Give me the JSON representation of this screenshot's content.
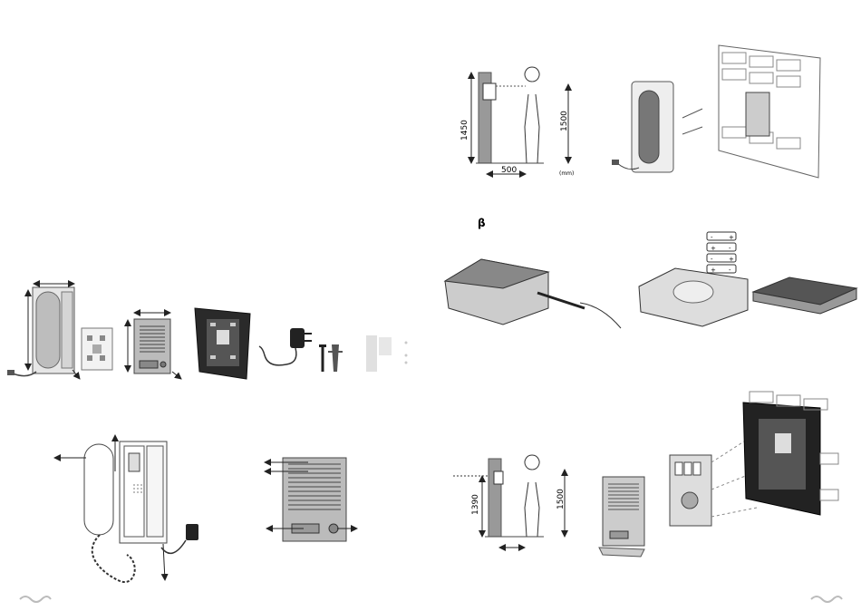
{
  "install_height_handset": {
    "height_label": "1450",
    "person_height_label": "1500",
    "distance_label": "500",
    "unit_label": "(mm)"
  },
  "battery_section": {
    "marker": "β",
    "battery_signs": [
      "-",
      "+",
      "+",
      "-",
      "-",
      "+",
      "+",
      "-"
    ]
  },
  "install_height_door_station": {
    "height_label": "1390",
    "person_height_label": "1500"
  }
}
